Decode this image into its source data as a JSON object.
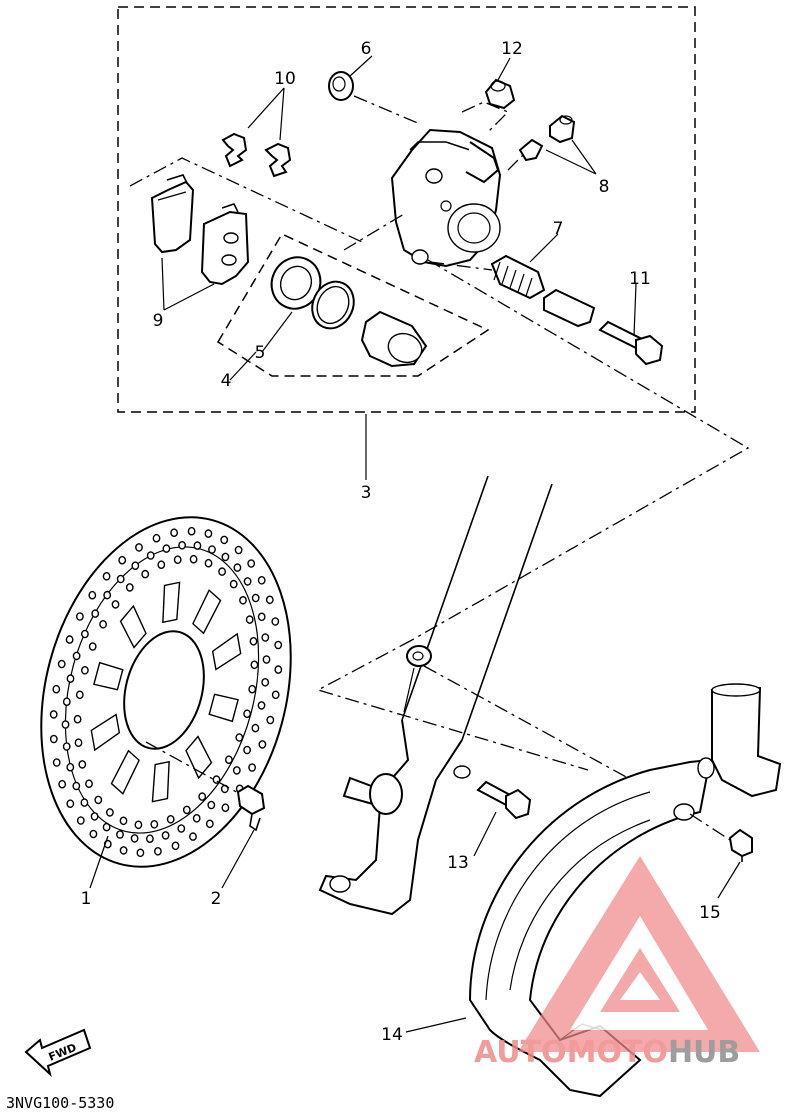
{
  "diagram": {
    "callouts": [
      {
        "id": "1",
        "label": "1"
      },
      {
        "id": "2",
        "label": "2"
      },
      {
        "id": "3",
        "label": "3"
      },
      {
        "id": "4",
        "label": "4"
      },
      {
        "id": "5",
        "label": "5"
      },
      {
        "id": "6",
        "label": "6"
      },
      {
        "id": "7",
        "label": "7"
      },
      {
        "id": "8",
        "label": "8"
      },
      {
        "id": "9",
        "label": "9"
      },
      {
        "id": "10",
        "label": "10"
      },
      {
        "id": "11",
        "label": "11"
      },
      {
        "id": "12",
        "label": "12"
      },
      {
        "id": "13",
        "label": "13"
      },
      {
        "id": "14",
        "label": "14"
      },
      {
        "id": "15",
        "label": "15"
      }
    ],
    "direction_badge": "FWD",
    "diagram_code": "3NVG100-5330",
    "watermark": {
      "text_accent": "AUTOMOTO",
      "text_main": "HUB",
      "accent_color": "#f08a8a",
      "main_color": "#8c8c8c"
    }
  }
}
